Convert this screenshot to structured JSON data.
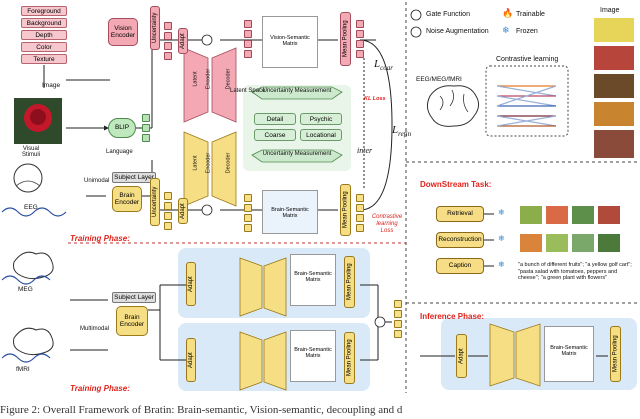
{
  "top_left": {
    "features": [
      "Foreground",
      "Background",
      "Depth",
      "Color",
      "Texture"
    ],
    "image_label": "Image",
    "vision_encoder": "Vision Encoder",
    "blip": "BLIP",
    "language_label": "Language",
    "visual_stimuli": "Visual\nStimuli",
    "eeg_label": "EEG",
    "subject_layer": "Subject Layer",
    "unimodal": "Unimodal",
    "brain_encoder": "Brain Encoder",
    "adapt": "Adapt",
    "latent": "Latent",
    "encoder": "Encoder",
    "decoder": "Decoder",
    "uncertainty": "Uncertainty",
    "vision_matrix": "Vision-Semantic Matrix",
    "brain_matrix": "Brain-Semantic Matrix",
    "mean_pooling": "Mean Pooling",
    "latent_space": "Latent Space",
    "uncertainty_measurement": "Uncertainty Measurement",
    "categories": [
      "Detail",
      "Psychic",
      "Coarse",
      "Locational"
    ],
    "kl_loss": "KL Loss",
    "l_coar": "L",
    "l_coar_sub": "coar",
    "l_refin": "L",
    "l_refin_sub": "refin",
    "inter": "inter",
    "contrastive_loss": "Contrastive learning Loss",
    "training_phase": "Training Phase:"
  },
  "bottom_left": {
    "meg_label": "MEG",
    "fmri_label": "fMRI",
    "subject_layer": "Subject Layer",
    "multimodal": "Multimodal",
    "brain_encoder": "Brain Encoder",
    "adapt": "Adapt",
    "matrix": "Brain-Semantic Matrix",
    "mean_pooling": "Mean Pooling",
    "training_phase": "Training Phase:"
  },
  "legend": {
    "gate": "Gate Function",
    "trainable": "Trainable",
    "noise": "Noise Augmentation",
    "frozen": "Frozen",
    "image_col": "Image"
  },
  "contrastive": {
    "title": "Contrastive learning",
    "brain_label": "EEG/MEG/fMRI"
  },
  "downstream": {
    "title": "DownStream Task:",
    "tasks": [
      "Retrieval",
      "Reconstruction",
      "Caption"
    ],
    "caption_text": "\"a bunch of different fruits\"; \"a yellow golf cart\"; \"pasta salad with tomatoes, peppers and cheese\"; \"a green plant with flowers\""
  },
  "inference": {
    "title": "Inference Phase:",
    "adapt": "Adapt",
    "matrix": "Brain-Semantic Matrix",
    "mean_pooling": "Mean Pooling"
  },
  "caption": {
    "text": "Figure 2: Overall Framework of Bratin: Brain-semantic, Vision-semantic, decoupling and d"
  }
}
